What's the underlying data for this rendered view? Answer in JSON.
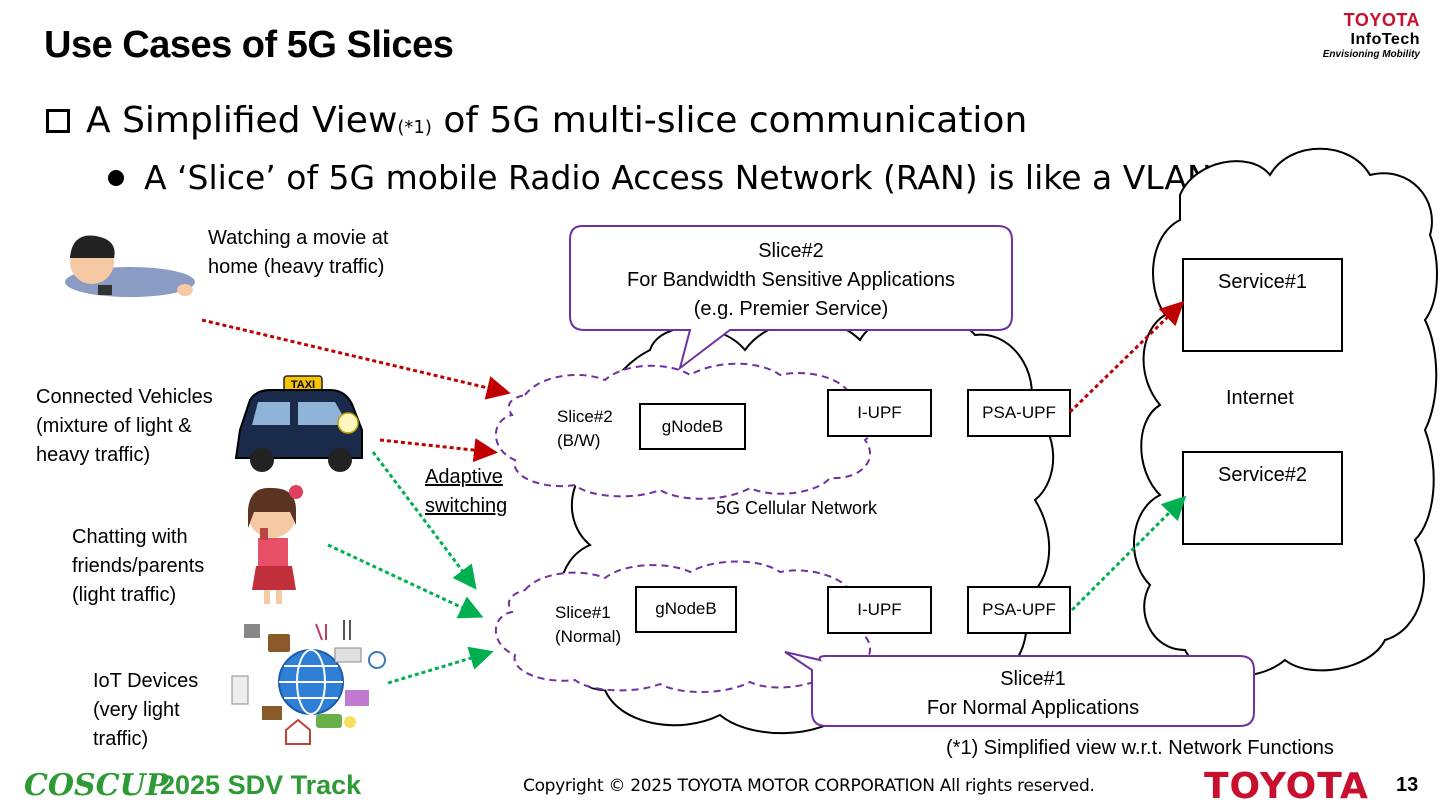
{
  "slide": {
    "title": "Use Cases of 5G Slices",
    "bullet1_main": "A Simplified View",
    "bullet1_ref": "(*1)",
    "bullet1_rest": " of 5G multi-slice communication",
    "bullet2": "A ‘Slice’ of 5G mobile Radio Access Network (RAN) is like a VLAN"
  },
  "use_cases": {
    "movie": [
      "Watching a movie at",
      "home (heavy traffic)"
    ],
    "vehicles": [
      "Connected Vehicles",
      "(mixture of light &",
      "heavy traffic)"
    ],
    "chatting": [
      "Chatting with",
      "friends/parents",
      "(light traffic)"
    ],
    "iot": [
      "IoT Devices",
      "(very light",
      "traffic)"
    ],
    "taxi_sign": "TAXI"
  },
  "switching": [
    "Adaptive",
    "switching"
  ],
  "callouts": {
    "slice2": [
      "Slice#2",
      "For Bandwidth Sensitive Applications",
      "(e.g. Premier Service)"
    ],
    "slice1": [
      "Slice#1",
      "For Normal Applications"
    ]
  },
  "network": {
    "cellular_label": "5G Cellular Network",
    "slice2_label": [
      "Slice#2",
      "(B/W)"
    ],
    "slice1_label": [
      "Slice#1",
      "(Normal)"
    ],
    "gnodeb": "gNodeB",
    "iupf": "I-UPF",
    "psaupf": "PSA-UPF"
  },
  "internet": {
    "label": "Internet",
    "service1": "Service#1",
    "service2": "Service#2"
  },
  "footnote": "(*1) Simplified view w.r.t. Network Functions",
  "footer": {
    "coscup": "COSCUP",
    "track": "2025 SDV Track",
    "copyright": "Copyright ©  2025 TOYOTA MOTOR CORPORATION All rights reserved.",
    "toyota": "TOYOTA",
    "page": "13"
  },
  "logo": {
    "brand": "TOYOTA",
    "sub": "InfoTech",
    "tagline": "Envisioning Mobility"
  },
  "colors": {
    "heavy_arrow": "#c00000",
    "light_arrow": "#00b050",
    "slice_border": "#7030a0",
    "brand_red": "#c8102e",
    "coscup_green": "#2e9a36"
  }
}
